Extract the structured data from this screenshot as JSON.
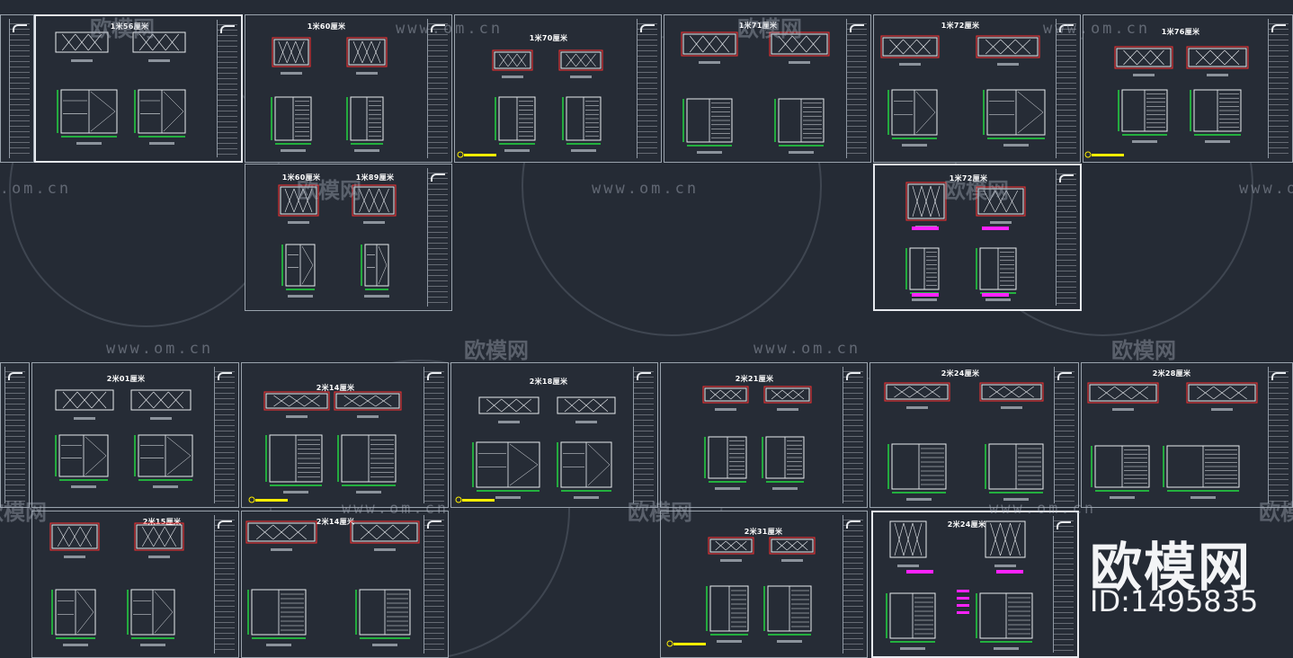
{
  "sheets": [
    {
      "title": "1米56厘米"
    },
    {
      "title": "1米60厘米"
    },
    {
      "title": "1米70厘米"
    },
    {
      "title": "1米71厘米"
    },
    {
      "title": "1米72厘米"
    },
    {
      "title": "1米76厘米"
    },
    {
      "title": "1米60厘米"
    },
    {
      "title": "1米89厘米"
    },
    {
      "title": "1米72厘米"
    },
    {
      "title": "2米01厘米"
    },
    {
      "title": "2米14厘米"
    },
    {
      "title": "2米18厘米"
    },
    {
      "title": "2米21厘米"
    },
    {
      "title": "2米24厘米"
    },
    {
      "title": "2米28厘米"
    },
    {
      "title": "2米15厘米"
    },
    {
      "title": "2米14厘米"
    },
    {
      "title": "2米31厘米"
    },
    {
      "title": "2米24厘米"
    }
  ],
  "watermarks": {
    "url": "www.om.cn",
    "cn": "欧模网"
  },
  "brand": {
    "name": "欧模网",
    "id": "ID:1495835"
  },
  "colors": {
    "background": "#252b35",
    "line": "#e8ebef",
    "accent_red": "#ff3030",
    "accent_green": "#22ff44",
    "accent_magenta": "#ff22ff",
    "accent_yellow": "#ffee00"
  }
}
